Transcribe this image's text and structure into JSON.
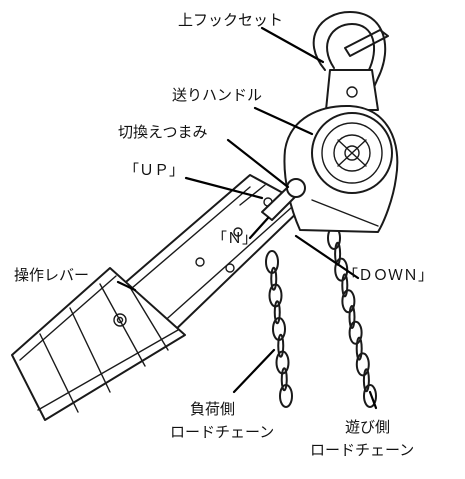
{
  "labels": {
    "top_hook_set": "上フックセット",
    "feed_handle": "送りハンドル",
    "switch_knob": "切換えつまみ",
    "up": "「ＵＰ」",
    "neutral": "「Ｎ」",
    "down": "「ＤＯＷＮ」",
    "lever": "操作レバー",
    "load_chain_line1": "負荷側",
    "load_chain_line2": "ロードチェーン",
    "idle_chain_line1": "遊び側",
    "idle_chain_line2": "ロードチェーン"
  },
  "colors": {
    "ink": "#1a1a1a",
    "background": "#ffffff"
  }
}
